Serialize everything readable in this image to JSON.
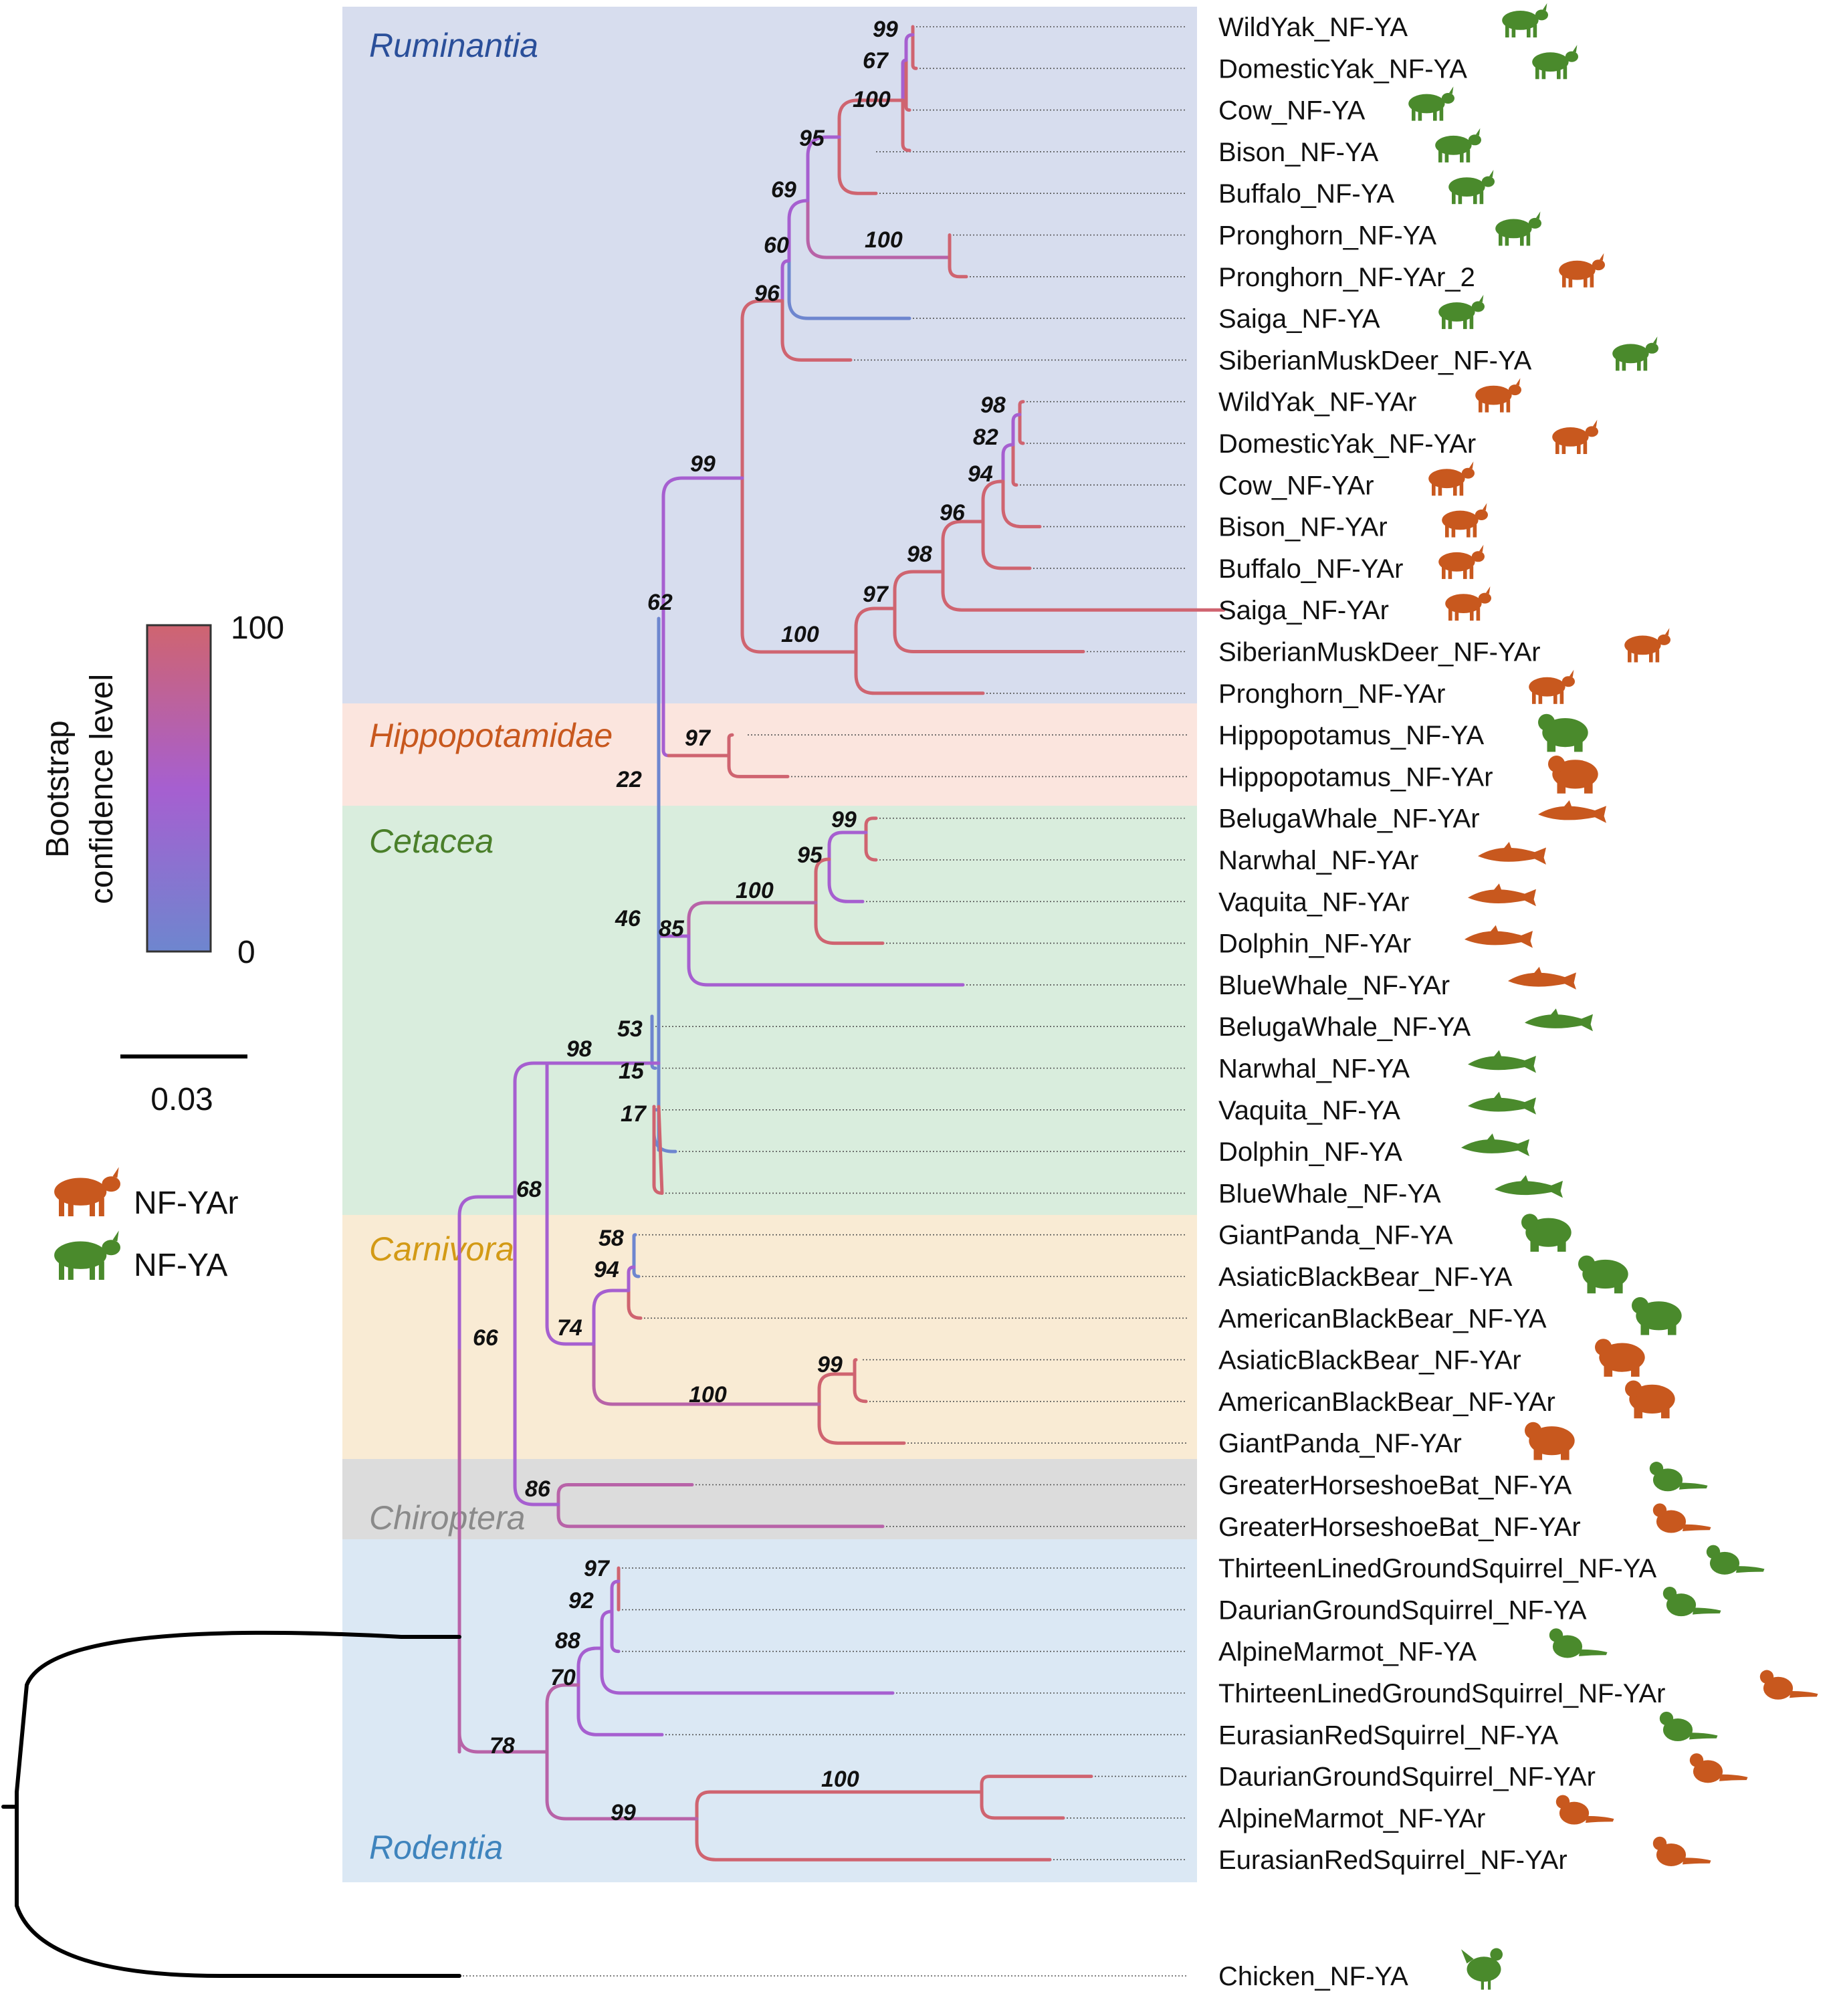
{
  "legend": {
    "colorbar_title_line1": "Bootstrap",
    "colorbar_title_line2": "confidence level",
    "colorbar_max": "100",
    "colorbar_min": "0",
    "colorbar_colors": {
      "low": "#6e86cf",
      "mid": "#a65fd0",
      "high": "#cf6470"
    },
    "scale_label": "0.03",
    "icon_nfyar_label": "NF-YAr",
    "icon_nfya_label": "NF-YA",
    "icon_nfyar_color": "#c8581e",
    "icon_nfya_color": "#4a8a2c"
  },
  "clades": [
    {
      "key": "ruminantia",
      "name": "Ruminantia",
      "text_color": "#2a4f9a",
      "bg": "#d7ddee"
    },
    {
      "key": "hippo",
      "name": "Hippopotamidae",
      "text_color": "#c8581e",
      "bg": "#fbe5de"
    },
    {
      "key": "cetacea",
      "name": "Cetacea",
      "text_color": "#4a7f2a",
      "bg": "#d9eddd"
    },
    {
      "key": "carnivora",
      "name": "Carnivora",
      "text_color": "#d39a16",
      "bg": "#f9ebd4"
    },
    {
      "key": "chiroptera",
      "name": "Chiroptera",
      "text_color": "#8a8a8a",
      "bg": "#dcdcdc"
    },
    {
      "key": "rodentia",
      "name": "Rodentia",
      "text_color": "#3f84bd",
      "bg": "#dbe8f4"
    }
  ],
  "taxa": [
    {
      "label": "WildYak_NF-YA",
      "type": "NF-YA",
      "animal": "yak-icon"
    },
    {
      "label": "DomesticYak_NF-YA",
      "type": "NF-YA",
      "animal": "yak-icon"
    },
    {
      "label": "Cow_NF-YA",
      "type": "NF-YA",
      "animal": "cow-icon"
    },
    {
      "label": "Bison_NF-YA",
      "type": "NF-YA",
      "animal": "bison-icon"
    },
    {
      "label": "Buffalo_NF-YA",
      "type": "NF-YA",
      "animal": "buffalo-icon"
    },
    {
      "label": "Pronghorn_NF-YA",
      "type": "NF-YA",
      "animal": "pronghorn-icon"
    },
    {
      "label": "Pronghorn_NF-YAr_2",
      "type": "NF-YAr",
      "animal": "pronghorn-icon"
    },
    {
      "label": "Saiga_NF-YA",
      "type": "NF-YA",
      "animal": "saiga-icon"
    },
    {
      "label": "SiberianMuskDeer_NF-YA",
      "type": "NF-YA",
      "animal": "musk-deer-icon"
    },
    {
      "label": "WildYak_NF-YAr",
      "type": "NF-YAr",
      "animal": "yak-icon"
    },
    {
      "label": "DomesticYak_NF-YAr",
      "type": "NF-YAr",
      "animal": "yak-icon"
    },
    {
      "label": "Cow_NF-YAr",
      "type": "NF-YAr",
      "animal": "cow-icon"
    },
    {
      "label": "Bison_NF-YAr",
      "type": "NF-YAr",
      "animal": "bison-icon"
    },
    {
      "label": "Buffalo_NF-YAr",
      "type": "NF-YAr",
      "animal": "buffalo-icon"
    },
    {
      "label": "Saiga_NF-YAr",
      "type": "NF-YAr",
      "animal": "saiga-icon"
    },
    {
      "label": "SiberianMuskDeer_NF-YAr",
      "type": "NF-YAr",
      "animal": "musk-deer-icon"
    },
    {
      "label": "Pronghorn_NF-YAr",
      "type": "NF-YAr",
      "animal": "pronghorn-icon"
    },
    {
      "label": "Hippopotamus_NF-YA",
      "type": "NF-YA",
      "animal": "hippo-icon"
    },
    {
      "label": "Hippopotamus_NF-YAr",
      "type": "NF-YAr",
      "animal": "hippo-icon"
    },
    {
      "label": "BelugaWhale_NF-YAr",
      "type": "NF-YAr",
      "animal": "beluga-icon"
    },
    {
      "label": "Narwhal_NF-YAr",
      "type": "NF-YAr",
      "animal": "narwhal-icon"
    },
    {
      "label": "Vaquita_NF-YAr",
      "type": "NF-YAr",
      "animal": "porpoise-icon"
    },
    {
      "label": "Dolphin_NF-YAr",
      "type": "NF-YAr",
      "animal": "dolphin-icon"
    },
    {
      "label": "BlueWhale_NF-YAr",
      "type": "NF-YAr",
      "animal": "whale-icon"
    },
    {
      "label": "BelugaWhale_NF-YA",
      "type": "NF-YA",
      "animal": "beluga-icon"
    },
    {
      "label": "Narwhal_NF-YA",
      "type": "NF-YA",
      "animal": "narwhal-icon"
    },
    {
      "label": "Vaquita_NF-YA",
      "type": "NF-YA",
      "animal": "porpoise-icon"
    },
    {
      "label": "Dolphin_NF-YA",
      "type": "NF-YA",
      "animal": "dolphin-icon"
    },
    {
      "label": "BlueWhale_NF-YA",
      "type": "NF-YA",
      "animal": "whale-icon"
    },
    {
      "label": "GiantPanda_NF-YA",
      "type": "NF-YA",
      "animal": "panda-icon"
    },
    {
      "label": "AsiaticBlackBear_NF-YA",
      "type": "NF-YA",
      "animal": "bear-icon"
    },
    {
      "label": "AmericanBlackBear_NF-YA",
      "type": "NF-YA",
      "animal": "bear-icon"
    },
    {
      "label": "AsiaticBlackBear_NF-YAr",
      "type": "NF-YAr",
      "animal": "bear-icon"
    },
    {
      "label": "AmericanBlackBear_NF-YAr",
      "type": "NF-YAr",
      "animal": "bear-icon"
    },
    {
      "label": "GiantPanda_NF-YAr",
      "type": "NF-YAr",
      "animal": "panda-icon"
    },
    {
      "label": "GreaterHorseshoeBat_NF-YA",
      "type": "NF-YA",
      "animal": "bat-icon"
    },
    {
      "label": "GreaterHorseshoeBat_NF-YAr",
      "type": "NF-YAr",
      "animal": "bat-icon"
    },
    {
      "label": "ThirteenLinedGroundSquirrel_NF-YA",
      "type": "NF-YA",
      "animal": "ground-squirrel-icon"
    },
    {
      "label": "DaurianGroundSquirrel_NF-YA",
      "type": "NF-YA",
      "animal": "ground-squirrel-icon"
    },
    {
      "label": "AlpineMarmot_NF-YA",
      "type": "NF-YA",
      "animal": "marmot-icon"
    },
    {
      "label": "ThirteenLinedGroundSquirrel_NF-YAr",
      "type": "NF-YAr",
      "animal": "ground-squirrel-icon"
    },
    {
      "label": "EurasianRedSquirrel_NF-YA",
      "type": "NF-YA",
      "animal": "red-squirrel-icon"
    },
    {
      "label": "DaurianGroundSquirrel_NF-YAr",
      "type": "NF-YAr",
      "animal": "ground-squirrel-icon"
    },
    {
      "label": "AlpineMarmot_NF-YAr",
      "type": "NF-YAr",
      "animal": "marmot-icon"
    },
    {
      "label": "EurasianRedSquirrel_NF-YAr",
      "type": "NF-YAr",
      "animal": "red-squirrel-icon"
    },
    {
      "label": "Chicken_NF-YA",
      "type": "NF-YA",
      "animal": "chicken-icon"
    }
  ],
  "bootstrap": [
    {
      "node": "wild-domestic-yak-nfya",
      "value": "99"
    },
    {
      "node": "yak-cow-nfya",
      "value": "67"
    },
    {
      "node": "bos-nfya",
      "value": "100"
    },
    {
      "node": "bovini-nfya",
      "value": "95"
    },
    {
      "node": "bovidae-nfya",
      "value": "69"
    },
    {
      "node": "pronghorn-nfya",
      "value": "100"
    },
    {
      "node": "pecora-nfya-a",
      "value": "60"
    },
    {
      "node": "pecora-nfya-b",
      "value": "96"
    },
    {
      "node": "ruminant-both",
      "value": "99"
    },
    {
      "node": "wild-domestic-yak-nfyar",
      "value": "98"
    },
    {
      "node": "yak-cow-nfyar",
      "value": "82"
    },
    {
      "node": "bos-nfyar",
      "value": "94"
    },
    {
      "node": "bovini-nfyar",
      "value": "96"
    },
    {
      "node": "bovidae-nfyar",
      "value": "98"
    },
    {
      "node": "pecora-nfyar-a",
      "value": "97"
    },
    {
      "node": "pecora-nfyar-b",
      "value": "100"
    },
    {
      "node": "whippo",
      "value": "62"
    },
    {
      "node": "hippo",
      "value": "97"
    },
    {
      "node": "hippo-cet",
      "value": "22"
    },
    {
      "node": "cet-nfyar-a",
      "value": "99"
    },
    {
      "node": "cet-nfyar-b",
      "value": "95"
    },
    {
      "node": "cet-nfyar-c",
      "value": "100"
    },
    {
      "node": "cet-nfyar-d",
      "value": "85"
    },
    {
      "node": "cet-nfyar-e",
      "value": "46"
    },
    {
      "node": "cet-nfya-a",
      "value": "53"
    },
    {
      "node": "cet-nfya-b",
      "value": "15"
    },
    {
      "node": "cet-nfya-c",
      "value": "17"
    },
    {
      "node": "cetartiodactyla",
      "value": "98"
    },
    {
      "node": "bear-nfya-a",
      "value": "58"
    },
    {
      "node": "bear-nfya-b",
      "value": "94"
    },
    {
      "node": "carnivora-a",
      "value": "74"
    },
    {
      "node": "bear-nfyar-a",
      "value": "99"
    },
    {
      "node": "carnivora-nfyar",
      "value": "100"
    },
    {
      "node": "ferungulata",
      "value": "68"
    },
    {
      "node": "laurasiatheria",
      "value": "66"
    },
    {
      "node": "chiroptera",
      "value": "86"
    },
    {
      "node": "squirrel-a",
      "value": "97"
    },
    {
      "node": "squirrel-b",
      "value": "92"
    },
    {
      "node": "squirrel-c",
      "value": "88"
    },
    {
      "node": "squirrel-d",
      "value": "70"
    },
    {
      "node": "rodent-nfyar-a",
      "value": "100"
    },
    {
      "node": "rodent-nfyar-b",
      "value": "99"
    },
    {
      "node": "rodentia",
      "value": "78"
    }
  ]
}
